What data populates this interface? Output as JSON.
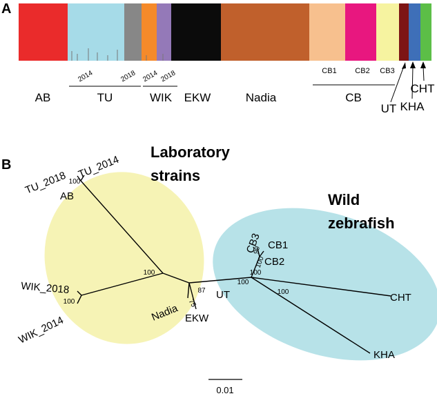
{
  "panel_a": {
    "letter": "A",
    "groups": [
      "AB",
      "TU",
      "WIK",
      "EKW",
      "Nadia",
      "CB"
    ],
    "years": {
      "tu_2014": "2014",
      "tu_2018": "2018",
      "wik_2014": "2014",
      "wik_2018": "2018"
    },
    "cb_subgroups": [
      "CB1",
      "CB2",
      "CB3"
    ],
    "arrow_labels": {
      "ut": "UT",
      "kha": "KHA",
      "cht": "CHT"
    },
    "cluster_colors": {
      "AB": "#ea2b2b",
      "TU_2014": "#a6dbe8",
      "TU_2018": "#878787",
      "WIK_2014": "#f58a2a",
      "WIK_2018": "#9479b8",
      "EKW": "#0b0b0b",
      "Nadia": "#c0602c",
      "CB1": "#f7c08e",
      "CB2": "#e8177f",
      "CB3": "#f6f3a0",
      "UT": "#7d1515",
      "KHA": "#3e6fb8",
      "CHT": "#5cbe47"
    }
  },
  "panel_b": {
    "letter": "B",
    "regions": {
      "lab_line1": "Laboratory",
      "lab_line2": "strains",
      "wild_line1": "Wild",
      "wild_line2": "zebrafish"
    },
    "region_colors": {
      "lab": "#f6f3b5",
      "wild": "#b7e2e8"
    },
    "tips": {
      "tu_2018": "TU_2018",
      "tu_2014": "TU_2014",
      "ab": "AB",
      "wik_2018": "WIK_2018",
      "wik_2014": "WIK_2014",
      "nadia": "Nadia",
      "ekw": "EKW",
      "ut": "UT",
      "cb3": "CB3",
      "cb1": "CB1",
      "cb2": "CB2",
      "cht": "CHT",
      "kha": "KHA"
    },
    "bootstrap": {
      "tu": "100",
      "lab_center": "100",
      "wik": "100",
      "ekw_nadia": "87",
      "nadia": "75",
      "ut": "100",
      "cb_node": "100",
      "cb12": "100",
      "cb3": "99",
      "cht": "100"
    },
    "scale_bar": "0.01"
  }
}
